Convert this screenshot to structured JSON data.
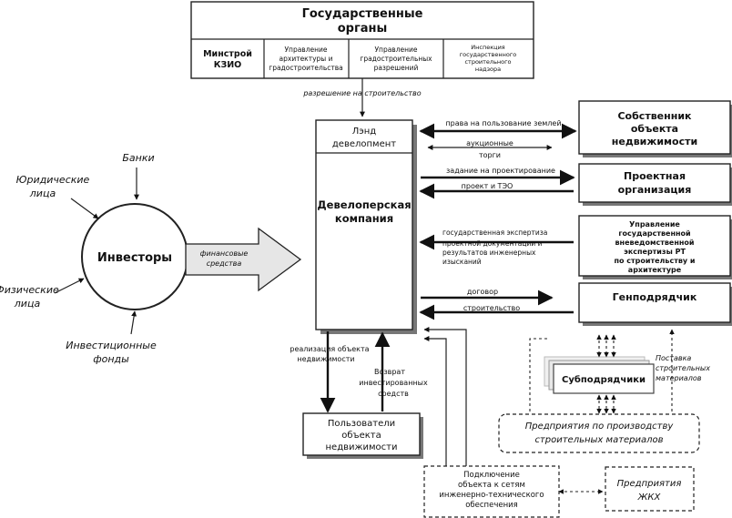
{
  "gov": {
    "title_line1": "Государственные",
    "title_line2": "органы",
    "cell1": [
      "Минстрой",
      "КЗИО"
    ],
    "cell2": [
      "Управление",
      "архитектуры и",
      "градостроительства"
    ],
    "cell3": [
      "Управление",
      "градостроительных",
      "разрешений"
    ],
    "cell4": [
      "Инспекция",
      "государственного",
      "строительного",
      "надзора"
    ],
    "permit_label": "разрешение на строительство"
  },
  "developer": {
    "land_line1": "Лэнд",
    "land_line2": "девелопмент",
    "company_line1": "Девелоперская",
    "company_line2": "компания"
  },
  "investors": {
    "center": "Инвесторы",
    "banks": "Банки",
    "legal_line1": "Юридические",
    "legal_line2": "лица",
    "physical_line1": "Физические",
    "physical_line2": "лица",
    "funds_line1": "Инвестиционные",
    "funds_line2": "фонды",
    "funds_arrow_line1": "финансовые",
    "funds_arrow_line2": "средства"
  },
  "owner": {
    "line1": "Собственник",
    "line2": "объекта",
    "line3": "недвижимости",
    "arrow1": "права на пользование землей",
    "arrow2_line1": "аукционные",
    "arrow2_line2": "торги"
  },
  "design": {
    "line1": "Проектная",
    "line2": "организация",
    "arrow1": "задание на проектирование",
    "arrow2": "проект и ТЭО"
  },
  "expertise": {
    "line1": "Управление",
    "line2": "государственной",
    "line3": "вневедомственной",
    "line4": "экспертизы РТ",
    "line5": "по строительству и",
    "line6": "архитектуре",
    "arrow_line1": "государственная экспертиза",
    "arrow_line2": "проектной документации и",
    "arrow_line3": "результатов инженерных",
    "arrow_line4": "изысканий"
  },
  "contractor": {
    "title": "Генподрядчик",
    "arrow1": "договор",
    "arrow2": "строительство"
  },
  "users": {
    "line1": "Пользователи",
    "line2": "объекта",
    "line3": "недвижимости",
    "sale_line1": "реализация объекта",
    "sale_line2": "недвижимости",
    "return_line1": "Возврат",
    "return_line2": "инвестированных",
    "return_line3": "средств"
  },
  "subcontractors": {
    "title": "Субподрядчики",
    "supply_line1": "Поставка",
    "supply_line2": "строительных",
    "supply_line3": "материалов"
  },
  "materials": {
    "line1": "Предприятия по производству",
    "line2": "строительных материалов"
  },
  "utilities": {
    "line1": "Подключение",
    "line2": "объекта к сетям",
    "line3": "инженерно-технического",
    "line4": "обеспечения"
  },
  "housing": {
    "line1": "Предприятия",
    "line2": "ЖКХ"
  }
}
